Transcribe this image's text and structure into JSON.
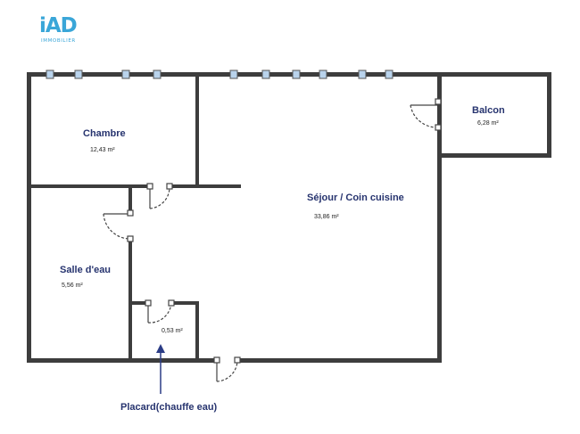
{
  "brand": {
    "logo_text": "iAD",
    "logo_subtext": "IMMOBILIER",
    "color": "#3aa6d8"
  },
  "rooms": {
    "chambre": {
      "name": "Chambre",
      "area": "12,43 m²"
    },
    "sejour": {
      "name": "Séjour / Coin cuisine",
      "area": "33,86 m²"
    },
    "balcon": {
      "name": "Balcon",
      "area": "6,28 m²"
    },
    "salle_eau": {
      "name": "Salle d'eau",
      "area": "5,56 m²"
    },
    "placard": {
      "area": "0,53 m²"
    }
  },
  "annotation": {
    "label": "Placard(chauffe eau)"
  },
  "colors": {
    "wall": "#3d3d3d",
    "label": "#27346f",
    "window": "#b9d3ec",
    "arrow": "#2b3c86"
  }
}
